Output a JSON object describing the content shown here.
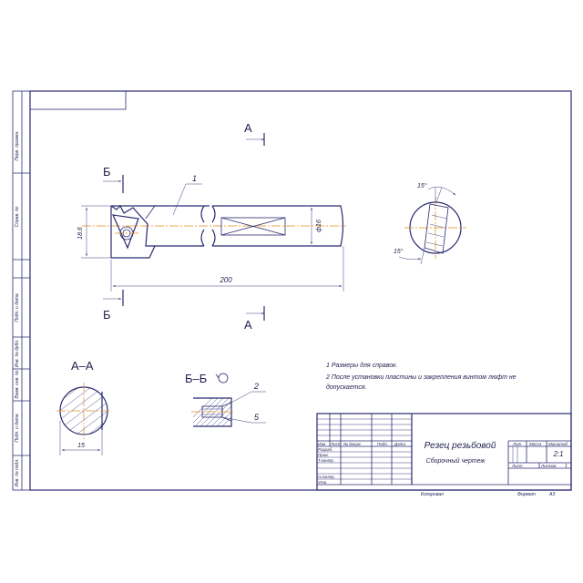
{
  "views": {
    "section_a_mark": "А",
    "section_b_mark": "Б",
    "section_aa_title": "А–А",
    "section_bb_title": "Б–Б"
  },
  "dimensions": {
    "length": "200",
    "height": "18.6",
    "diameter": "ф16",
    "section_width": "15",
    "angle_top": "15°",
    "angle_bottom": "15°"
  },
  "leaders": {
    "body": "1",
    "insert": "2",
    "screw": "5"
  },
  "notes": {
    "line1": "1 Размеры для справок.",
    "line2a": "2 После установки пластины и закрепления  винтом люфт не",
    "line2b": "допускается."
  },
  "title_block": {
    "name": "Резец резьбовой",
    "doc_type": "Сборочный чертеж",
    "col_lit": "Лит",
    "col_mass": "Масса",
    "col_scale": "Масштаб",
    "scale_value": "2:1",
    "sheet_label": "Лист",
    "sheets_label": "Листов",
    "sheets_value": "1",
    "copied": "Копировал",
    "format": "Формат",
    "format_value": "А3",
    "col_izm": "Изм",
    "col_list": "Лист",
    "col_doc": "№ докум.",
    "col_sign": "Подп.",
    "col_date": "Дата",
    "row_razrab": "Разраб.",
    "row_prov": "Пров.",
    "row_tkontr": "Т.контр.",
    "row_nkontr": "Н.контр.",
    "row_utv": "Утв."
  },
  "side_strip": {
    "perv_primen": "Перв. примен.",
    "sprav": "Справ. №",
    "podp_data_1": "Подп. и дата",
    "inv_dubl": "Инв. № дубл.",
    "vzam_inv": "Взам. инв. №",
    "podp_data_2": "Подп. и дата",
    "inv_podl": "Инв. № подл."
  }
}
